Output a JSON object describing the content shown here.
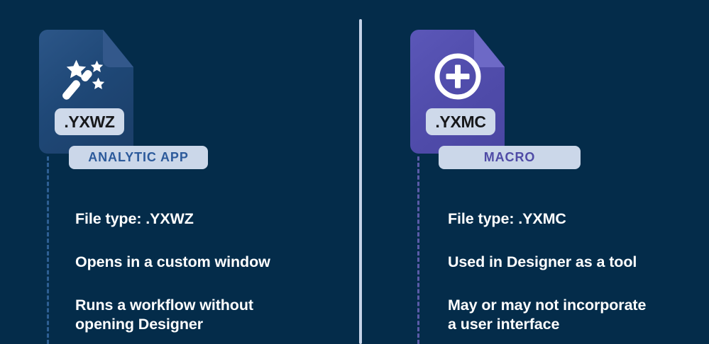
{
  "theme": {
    "background": "#042C4A",
    "divider_color": "#C6D3E8",
    "analytic_app_accent": "#2C5A9B",
    "macro_accent": "#4F4BA6",
    "pill_background": "#CBD7E9",
    "text_color": "#FFFFFF",
    "dashed_left_color": "#2E5F93",
    "dashed_right_color": "#5B5BA8"
  },
  "columns": [
    {
      "id": "analytic-app",
      "icon": "magic-wand-icon",
      "extension_label": ".YXWZ",
      "type_label": "ANALYTIC APP",
      "facts": [
        "File type: .YXWZ",
        "Opens in a custom window",
        "Runs a workflow without\nopening Designer"
      ]
    },
    {
      "id": "macro",
      "icon": "plus-circle-icon",
      "extension_label": ".YXMC",
      "type_label": "MACRO",
      "facts": [
        "File type: .YXMC",
        "Used in Designer as a tool",
        "May or may not incorporate\na user interface"
      ]
    }
  ]
}
